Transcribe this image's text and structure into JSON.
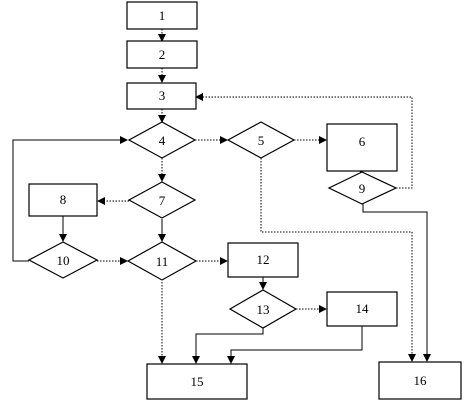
{
  "diagram": {
    "nodes": [
      {
        "id": "n1",
        "label": "1",
        "shape": "box"
      },
      {
        "id": "n2",
        "label": "2",
        "shape": "box"
      },
      {
        "id": "n3",
        "label": "3",
        "shape": "box"
      },
      {
        "id": "n4",
        "label": "4",
        "shape": "diamond"
      },
      {
        "id": "n5",
        "label": "5",
        "shape": "diamond"
      },
      {
        "id": "n6",
        "label": "6",
        "shape": "box"
      },
      {
        "id": "n7",
        "label": "7",
        "shape": "diamond"
      },
      {
        "id": "n8",
        "label": "8",
        "shape": "box"
      },
      {
        "id": "n9",
        "label": "9",
        "shape": "diamond"
      },
      {
        "id": "n10",
        "label": "10",
        "shape": "diamond"
      },
      {
        "id": "n11",
        "label": "11",
        "shape": "diamond"
      },
      {
        "id": "n12",
        "label": "12",
        "shape": "box"
      },
      {
        "id": "n13",
        "label": "13",
        "shape": "diamond"
      },
      {
        "id": "n14",
        "label": "14",
        "shape": "box"
      },
      {
        "id": "n15",
        "label": "15",
        "shape": "box"
      },
      {
        "id": "n16",
        "label": "16",
        "shape": "box"
      }
    ],
    "edges": [
      {
        "from": "1",
        "to": "2"
      },
      {
        "from": "2",
        "to": "3"
      },
      {
        "from": "3",
        "to": "4"
      },
      {
        "from": "4",
        "to": "5"
      },
      {
        "from": "4",
        "to": "7"
      },
      {
        "from": "5",
        "to": "6"
      },
      {
        "from": "5",
        "to": "16"
      },
      {
        "from": "6",
        "to": "9"
      },
      {
        "from": "9",
        "to": "3"
      },
      {
        "from": "9",
        "to": "16"
      },
      {
        "from": "7",
        "to": "8"
      },
      {
        "from": "7",
        "to": "11"
      },
      {
        "from": "8",
        "to": "10"
      },
      {
        "from": "10",
        "to": "4"
      },
      {
        "from": "10",
        "to": "11"
      },
      {
        "from": "11",
        "to": "12"
      },
      {
        "from": "11",
        "to": "15"
      },
      {
        "from": "12",
        "to": "13"
      },
      {
        "from": "13",
        "to": "14"
      },
      {
        "from": "13",
        "to": "15"
      },
      {
        "from": "14",
        "to": "15"
      }
    ]
  }
}
